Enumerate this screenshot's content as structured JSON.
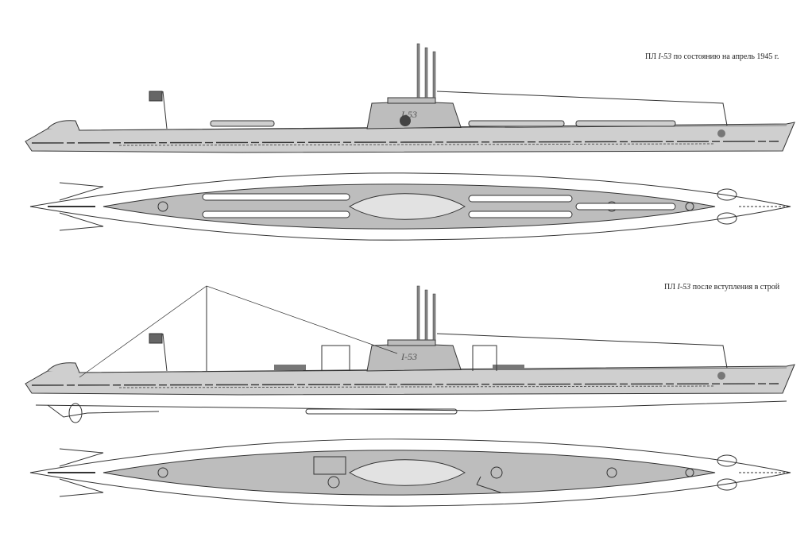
{
  "captions": {
    "top": {
      "prefix": "ПЛ",
      "name": "I-53",
      "suffix": "по состоянию на апрель 1945 г."
    },
    "bottom": {
      "prefix": "ПЛ",
      "name": "I-53",
      "suffix": "после вступления в строй"
    }
  },
  "hull_marking": "I-53",
  "colors": {
    "line": "#333333",
    "fill": "#cfcfcf",
    "deck": "#bdbdbd"
  }
}
